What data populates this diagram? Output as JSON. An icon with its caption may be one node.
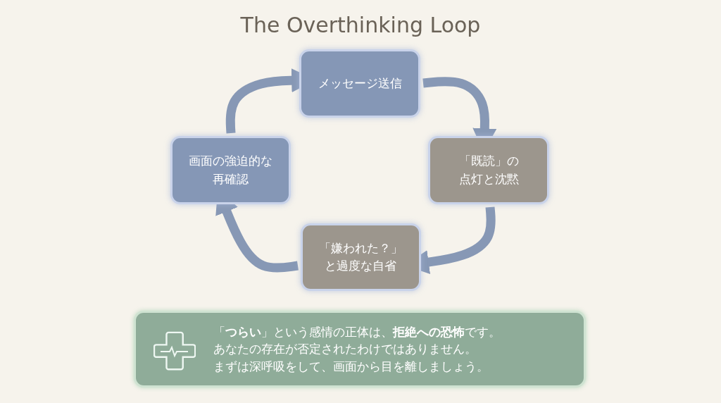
{
  "diagram": {
    "title": "The Overthinking Loop",
    "nodes": [
      {
        "text": [
          "メッセージ送信"
        ]
      },
      {
        "text": [
          "「既読」の点灯と沈黙"
        ]
      },
      {
        "text": [
          "「嫌われた？」と過度な自省"
        ]
      },
      {
        "text": [
          "画面の強迫的な再確認"
        ]
      },
      {
        "text": [
          "「**つらい**」という感情の正体は、**拒絶への恐怖**です。",
          "あなたの存在が否定されたわけではありません。",
          "まずは深呼吸をして、画面から目を離しましょう。"
        ]
      }
    ],
    "edges": [
      {
        "from": 0,
        "to": 1,
        "arrow": "to"
      },
      {
        "from": 1,
        "to": 2,
        "arrow": "to"
      },
      {
        "from": 2,
        "to": 3,
        "arrow": "to"
      },
      {
        "from": 3,
        "to": 0,
        "arrow": "to"
      }
    ]
  }
}
